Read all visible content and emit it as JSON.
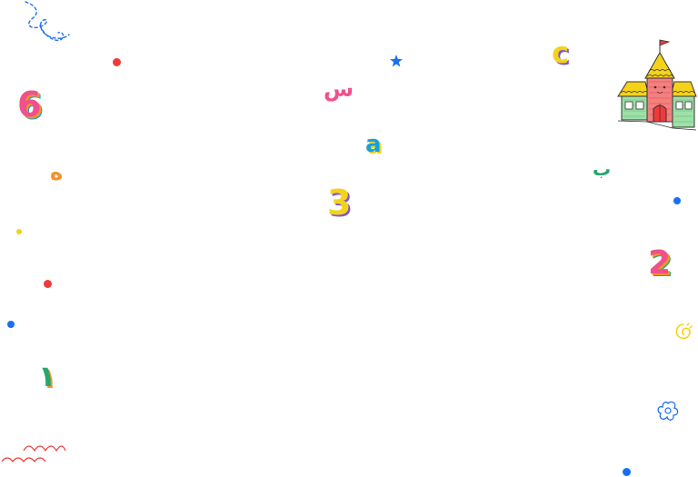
{
  "decorations": {
    "numbers": {
      "six": "6",
      "three": "3",
      "two": "2",
      "arabic_one": "١"
    },
    "letters": {
      "c": "c",
      "a": "a",
      "seen": "س",
      "haa": "ه",
      "baa": "ب"
    },
    "colors": {
      "red": "#f03a3a",
      "blue": "#1a6ff0",
      "yellow": "#f5d21a",
      "pink": "#f0508c",
      "orange": "#f5922a",
      "green": "#25a86a",
      "cyan": "#14a0dc",
      "purple": "#7a5ad0"
    }
  }
}
